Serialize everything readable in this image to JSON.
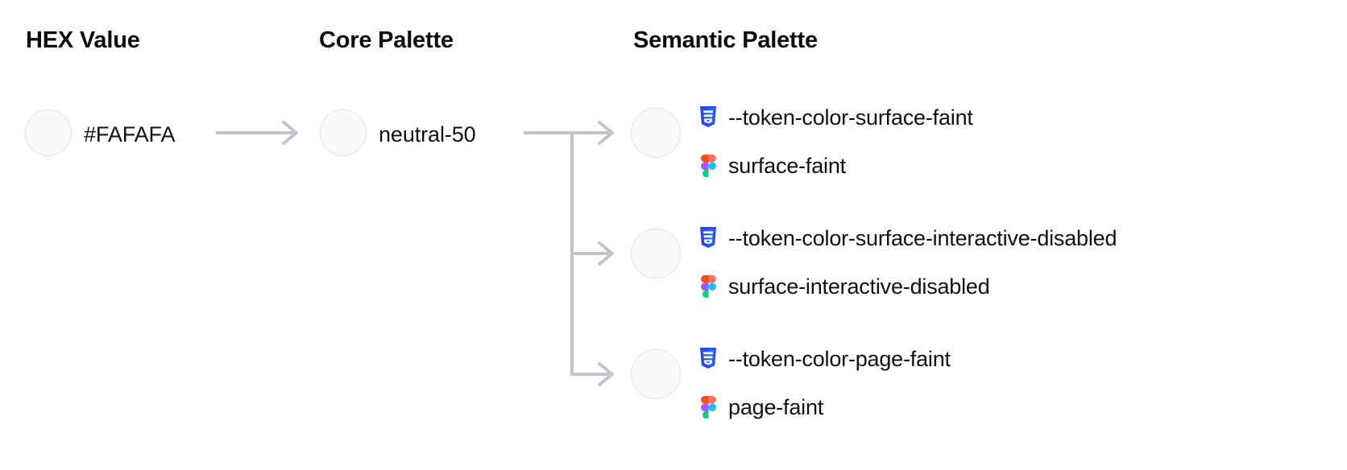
{
  "columns": {
    "hex": "HEX Value",
    "core": "Core Palette",
    "semantic": "Semantic Palette"
  },
  "hex": {
    "value": "#FAFAFA",
    "swatch_color": "#FAFAFA"
  },
  "core": {
    "value": "neutral-50",
    "swatch_color": "#FAFAFA"
  },
  "semantic": [
    {
      "swatch_color": "#FAFAFA",
      "css_icon": "css3-icon",
      "css_token": "--token-color-surface-faint",
      "figma_icon": "figma-icon",
      "figma_token": "surface-faint"
    },
    {
      "swatch_color": "#FAFAFA",
      "css_icon": "css3-icon",
      "css_token": "--token-color-surface-interactive-disabled",
      "figma_icon": "figma-icon",
      "figma_token": "surface-interactive-disabled"
    },
    {
      "swatch_color": "#FAFAFA",
      "css_icon": "css3-icon",
      "css_token": "--token-color-page-faint",
      "figma_icon": "figma-icon",
      "figma_token": "page-faint"
    }
  ],
  "colors": {
    "text": "#111111",
    "heading": "#0A0A0A",
    "connector": "#C2C5CE",
    "swatch_border": "#E3E3E6",
    "background": "#FFFFFF",
    "css_blue": "#264DE4",
    "css_blue_dark": "#2965F1",
    "figma_red": "#F24E1E",
    "figma_orange": "#FF7262",
    "figma_purple": "#A259FF",
    "figma_blue": "#1ABCFE",
    "figma_green": "#0ACF83"
  },
  "connectors": {
    "hex_to_core": "arrow-right",
    "core_to_semantic": "branching-arrow-right"
  }
}
